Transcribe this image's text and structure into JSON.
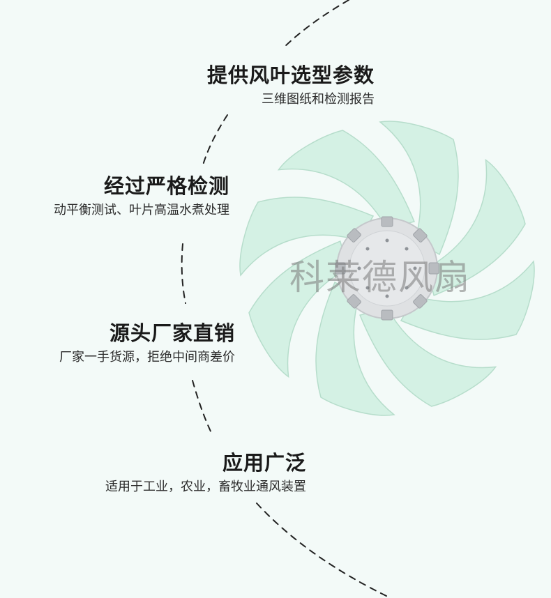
{
  "features": [
    {
      "title": "提供风叶选型参数",
      "subtitle": "三维图纸和检测报告"
    },
    {
      "title": "经过严格检测",
      "subtitle": "动平衡测试、叶片高温水煮处理"
    },
    {
      "title": "源头厂家直销",
      "subtitle": "厂家一手货源，拒绝中间商差价"
    },
    {
      "title": "应用广泛",
      "subtitle": "适用于工业，农业，畜牧业通风装置"
    }
  ],
  "watermark": "科莱德风扇",
  "colors": {
    "background": "#f3faf8",
    "blade": "#d4f1e4",
    "blade_edge": "#b6ddcb",
    "hub": "#dfe1e3"
  }
}
